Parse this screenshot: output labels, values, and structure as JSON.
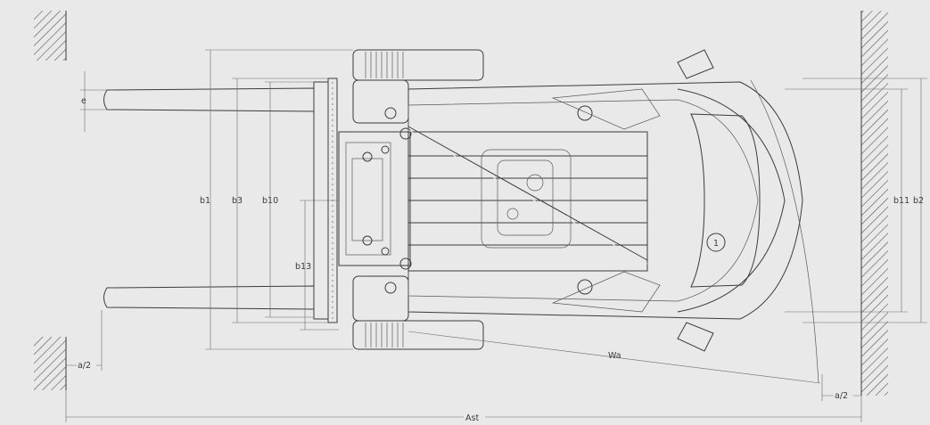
{
  "dimensions": {
    "b1": "b1",
    "b3": "b3",
    "b10": "b10",
    "b13": "b13",
    "b11": "b11",
    "b2": "b2",
    "e": "e",
    "wa": "Wa",
    "ast": "Ast",
    "a_half_left": "a/2",
    "a_half_right": "a/2"
  },
  "badge": {
    "number": "1"
  }
}
